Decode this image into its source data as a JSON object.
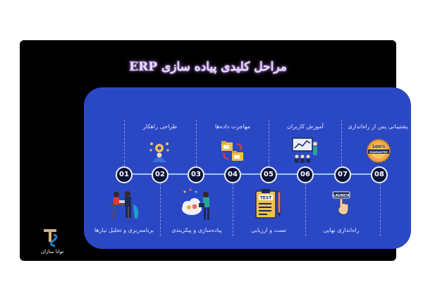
{
  "header": {
    "title": "مراحل کلیدی پیاده سازی ERP"
  },
  "brand": {
    "name": "توانا سازان"
  },
  "steps": [
    {
      "number": "01",
      "label": "برنامه‌ریزی و تحلیل نیازها",
      "icon": "meeting-icon"
    },
    {
      "number": "02",
      "label": "طراحی راهکار",
      "icon": "brain-gears-icon"
    },
    {
      "number": "03",
      "label": "پیاده‌سازی و پیکربندی",
      "icon": "developer-cloud-icon"
    },
    {
      "number": "04",
      "label": "مهاجرت داده‌ها",
      "icon": "folder-transfer-icon"
    },
    {
      "number": "05",
      "label": "تست و ارزیابی",
      "icon": "test-clipboard-icon"
    },
    {
      "number": "06",
      "label": "آموزش کاربران",
      "icon": "training-board-icon"
    },
    {
      "number": "07",
      "label": "راه‌اندازی نهایی",
      "icon": "launch-button-icon"
    },
    {
      "number": "08",
      "label": "پشتیبانی پس از راه‌اندازی",
      "icon": "guarantee-badge-icon"
    }
  ],
  "icon_texts": {
    "test": "TEST",
    "launch": "LAUNCH",
    "guarantee_pct": "100%",
    "guarantee": "GUARANTEE"
  },
  "colors": {
    "panel": "#2b48c4",
    "background": "#000000",
    "timeline": "#9ec3ff",
    "title_glow": "#c89bff"
  }
}
